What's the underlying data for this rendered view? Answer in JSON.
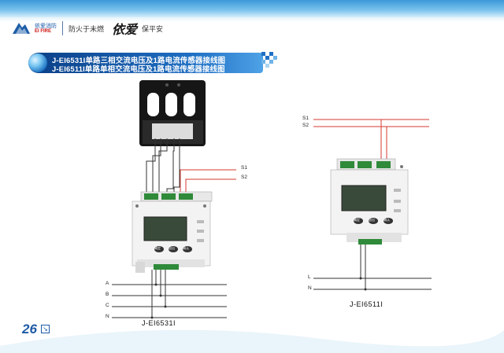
{
  "header": {
    "brand_cn": "依爱消防",
    "brand_en": "EI FIRE",
    "slogan_left": "防火于未燃",
    "slogan_mark": "依爱",
    "slogan_right": "保平安"
  },
  "title": {
    "line1": "J-EI6531I单路三相交流电压及1路电流传感器接线图",
    "line2": "J-EI6511I单路单相交流电压及1路电流传感器接线图"
  },
  "left_diagram": {
    "signal_labels": [
      "S1",
      "S2"
    ],
    "phase_labels": [
      "A",
      "B",
      "C",
      "N"
    ],
    "caption": "J-EI6531I",
    "buttons": [
      "确定",
      "退出",
      "确认"
    ]
  },
  "right_diagram": {
    "signal_labels": [
      "S1",
      "S2"
    ],
    "line_labels": [
      "L",
      "N"
    ],
    "caption": "J-EI6511I",
    "buttons": [
      "确定",
      "退出",
      "确认"
    ]
  },
  "footer": {
    "page_number": "26"
  },
  "colors": {
    "banner_blue": "#1f6fc4",
    "wire_red": "#d43a2f",
    "wire_dark": "#333333",
    "page_blue": "#1c5aa6"
  }
}
